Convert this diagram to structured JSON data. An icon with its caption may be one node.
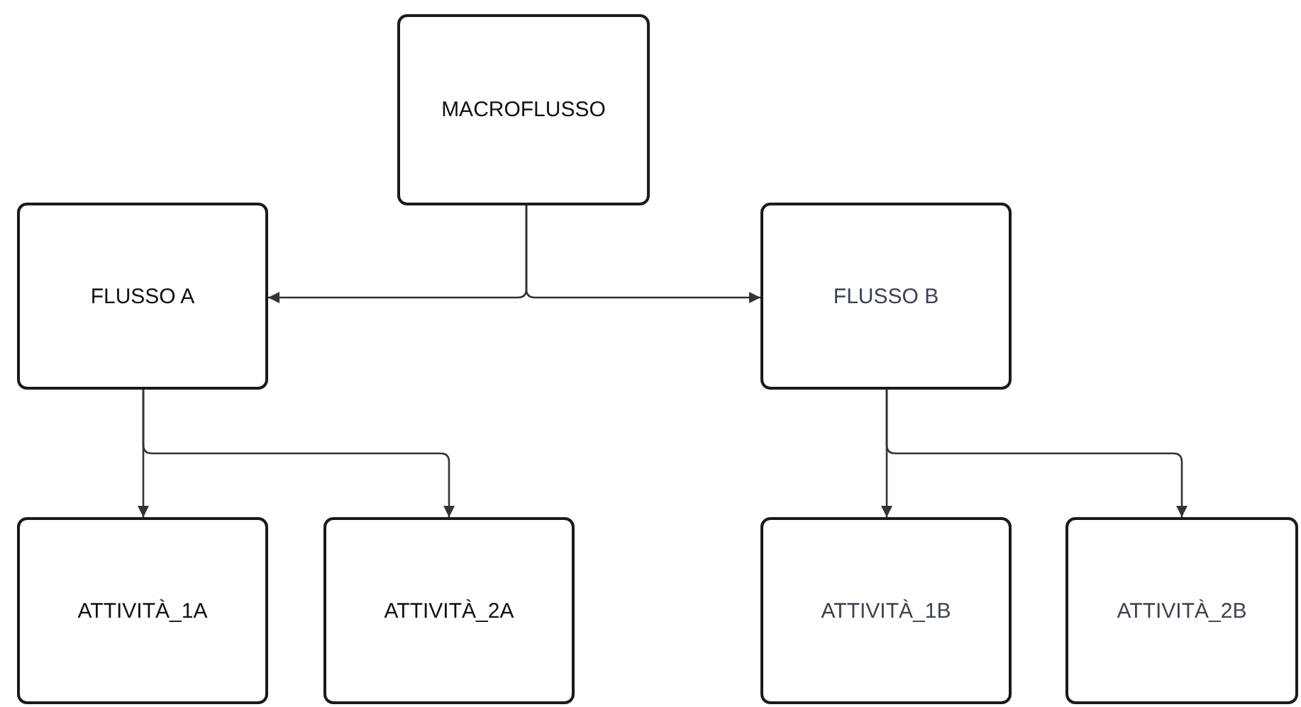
{
  "diagram": {
    "nodes": [
      {
        "text": [
          "MACROFLUSSO"
        ]
      },
      {
        "text": [
          "FLUSSO A"
        ]
      },
      {
        "text": [
          "FLUSSO B"
        ]
      },
      {
        "text": [
          "ATTIVITÀ_1A"
        ]
      },
      {
        "text": [
          "ATTIVITÀ_2A"
        ]
      },
      {
        "text": [
          "ATTIVITÀ_1B"
        ]
      },
      {
        "text": [
          "ATTIVITÀ_2B"
        ]
      }
    ],
    "edges": [
      {
        "from": 0,
        "to": 1,
        "arrow": "to"
      },
      {
        "from": 0,
        "to": 2,
        "arrow": "to"
      },
      {
        "from": 1,
        "to": 3,
        "arrow": "to"
      },
      {
        "from": 1,
        "to": 4,
        "arrow": "to"
      },
      {
        "from": 2,
        "to": 5,
        "arrow": "to"
      },
      {
        "from": 2,
        "to": 6,
        "arrow": "to"
      }
    ]
  }
}
